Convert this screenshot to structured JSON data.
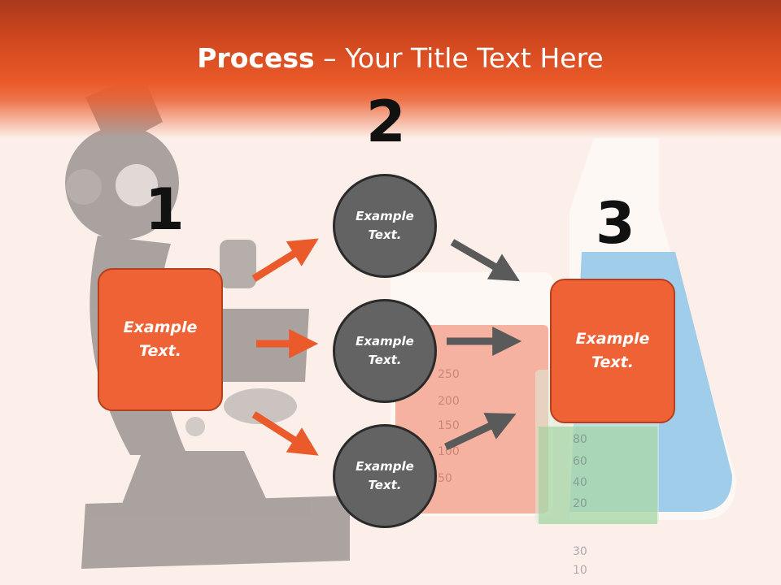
{
  "title": {
    "bold": "Process",
    "rest": " – Your Title Text Here"
  },
  "step_numbers": [
    "1",
    "2",
    "3"
  ],
  "left_box": {
    "line1": "Example",
    "line2": "Text."
  },
  "circles": [
    {
      "line1": "Example",
      "line2": "Text."
    },
    {
      "line1": "Example",
      "line2": "Text."
    },
    {
      "line1": "Example",
      "line2": "Text."
    }
  ],
  "right_box": {
    "line1": "Example",
    "line2": "Text."
  },
  "colors": {
    "accent": "#ea5a2a",
    "circle": "#636363",
    "arrow_gray": "#5a5a5a"
  }
}
